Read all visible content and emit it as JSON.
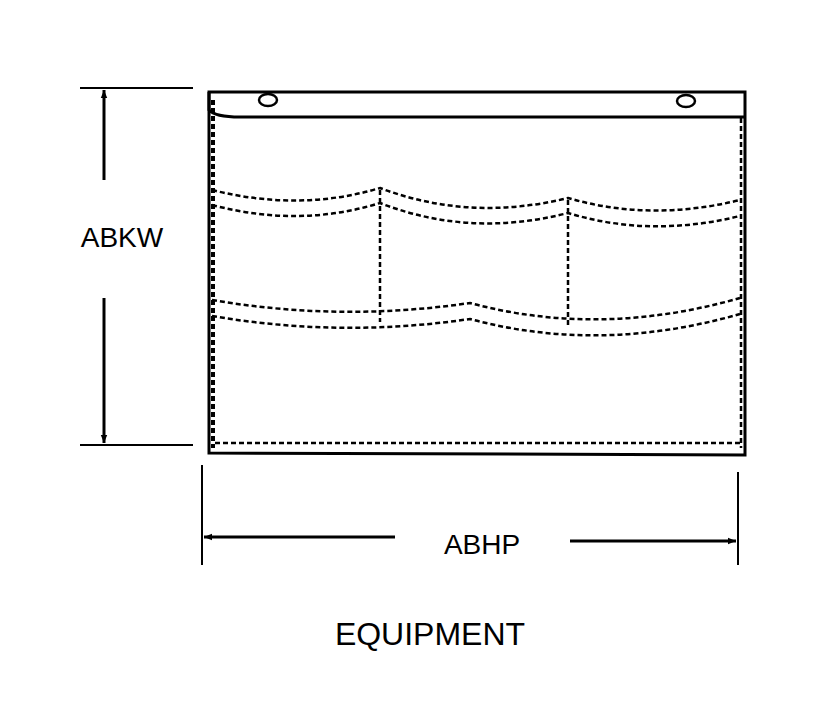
{
  "diagram": {
    "caption": "EQUIPMENT",
    "labels": [
      "ABKW",
      "ABHP"
    ]
  }
}
